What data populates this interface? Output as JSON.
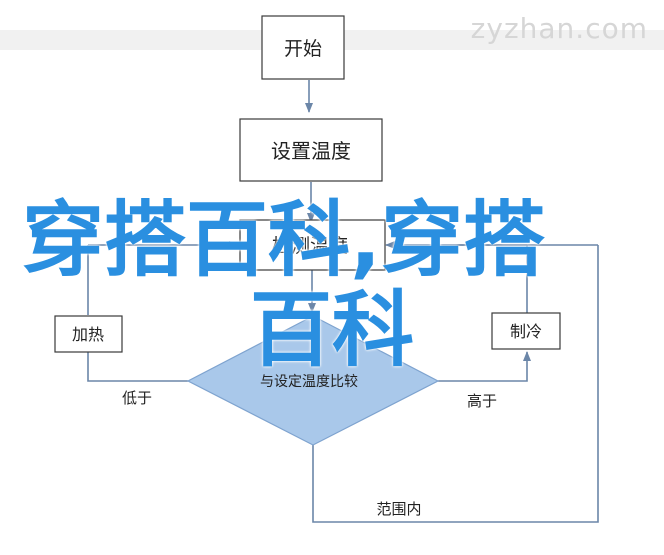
{
  "watermark": "zyzhan.com",
  "flowchart": {
    "start": "开始",
    "set_temp": "设置温度",
    "detect_temp": "检测温度",
    "heat": "加热",
    "cool": "制冷",
    "compare": "与设定温度比较",
    "low": "低于",
    "high": "高于",
    "in_range": "范围内"
  },
  "overlay": {
    "line1": "穿搭百科,穿搭",
    "line2": "百科"
  },
  "colors": {
    "box_border": "#3a3a3a",
    "arrow": "#6b86a8",
    "diamond_fill": "#a9c8ea",
    "diamond_stroke": "#7ea3cf",
    "overlay_text": "#2a8fe0"
  }
}
